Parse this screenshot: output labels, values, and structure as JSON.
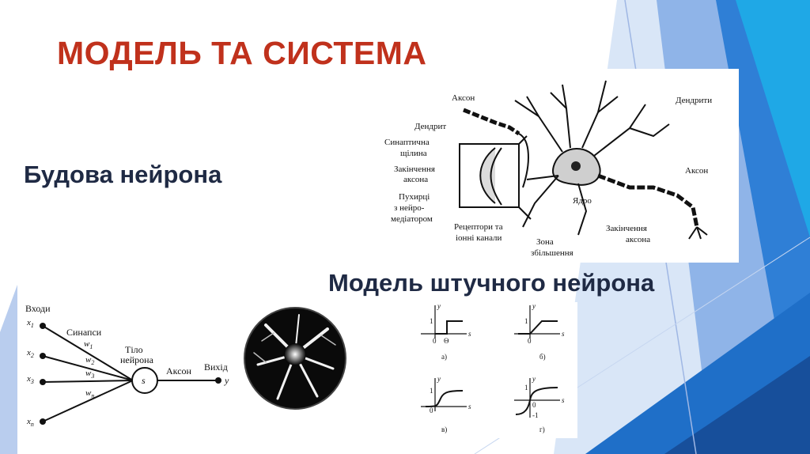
{
  "slide": {
    "title": "МОДЕЛЬ ТА СИСТЕМА",
    "subtitle_structure": "Будова нейрона",
    "subtitle_model": "Модель штучного нейрона"
  },
  "colors": {
    "title": "#c0311c",
    "subtitle": "#1f2a44",
    "accent_blue": "#1f6fc8",
    "accent_light": "#8fb4e8"
  },
  "neuron_diagram": {
    "labels": {
      "axon_left": "Аксон",
      "dendrites": "Дендрити",
      "dendrite": "Дендрит",
      "synaptic_cleft_1": "Синаптична",
      "synaptic_cleft_2": "щілина",
      "axon_ending_1": "Закінчення",
      "axon_ending_2": "аксона",
      "vesicles_1": "Пухирці",
      "vesicles_2": "з нейро-",
      "vesicles_3": "медіатором",
      "receptors_1": "Рецептори та",
      "receptors_2": "іонні канали",
      "zoom_zone_1": "Зона",
      "zoom_zone_2": "збільшення",
      "nucleus": "Ядро",
      "axon_right": "Аксон",
      "axon_ending_right_1": "Закінчення",
      "axon_ending_right_2": "аксона"
    }
  },
  "model_diagram": {
    "inputs_label": "Входи",
    "synapses_label": "Синапси",
    "body_label_1": "Тіло",
    "body_label_2": "нейрона",
    "axon_label": "Аксон",
    "output_label": "Вихід",
    "sum_symbol": "s",
    "output_symbol": "y",
    "inputs": [
      "x",
      "x",
      "x",
      "x"
    ],
    "input_subscripts": [
      "1",
      "2",
      "3",
      "n"
    ],
    "weights": [
      "w",
      "w",
      "w",
      "w"
    ],
    "weight_subscripts": [
      "1",
      "2",
      "3",
      "n"
    ]
  },
  "activation_functions": {
    "panels": [
      {
        "caption": "а)",
        "type": "step",
        "x_axis": "s",
        "y_axis": "y",
        "one": "1",
        "zero": "0",
        "theta": "Θ"
      },
      {
        "caption": "б)",
        "type": "linear",
        "x_axis": "s",
        "y_axis": "y",
        "one": "1",
        "zero": "0"
      },
      {
        "caption": "в)",
        "type": "sigmoid",
        "x_axis": "s",
        "y_axis": "y",
        "one": "1",
        "zero": "0"
      },
      {
        "caption": "г)",
        "type": "tanh",
        "x_axis": "s",
        "y_axis": "y",
        "one": "1",
        "zero": "0",
        "minus_one": "-1"
      }
    ]
  }
}
